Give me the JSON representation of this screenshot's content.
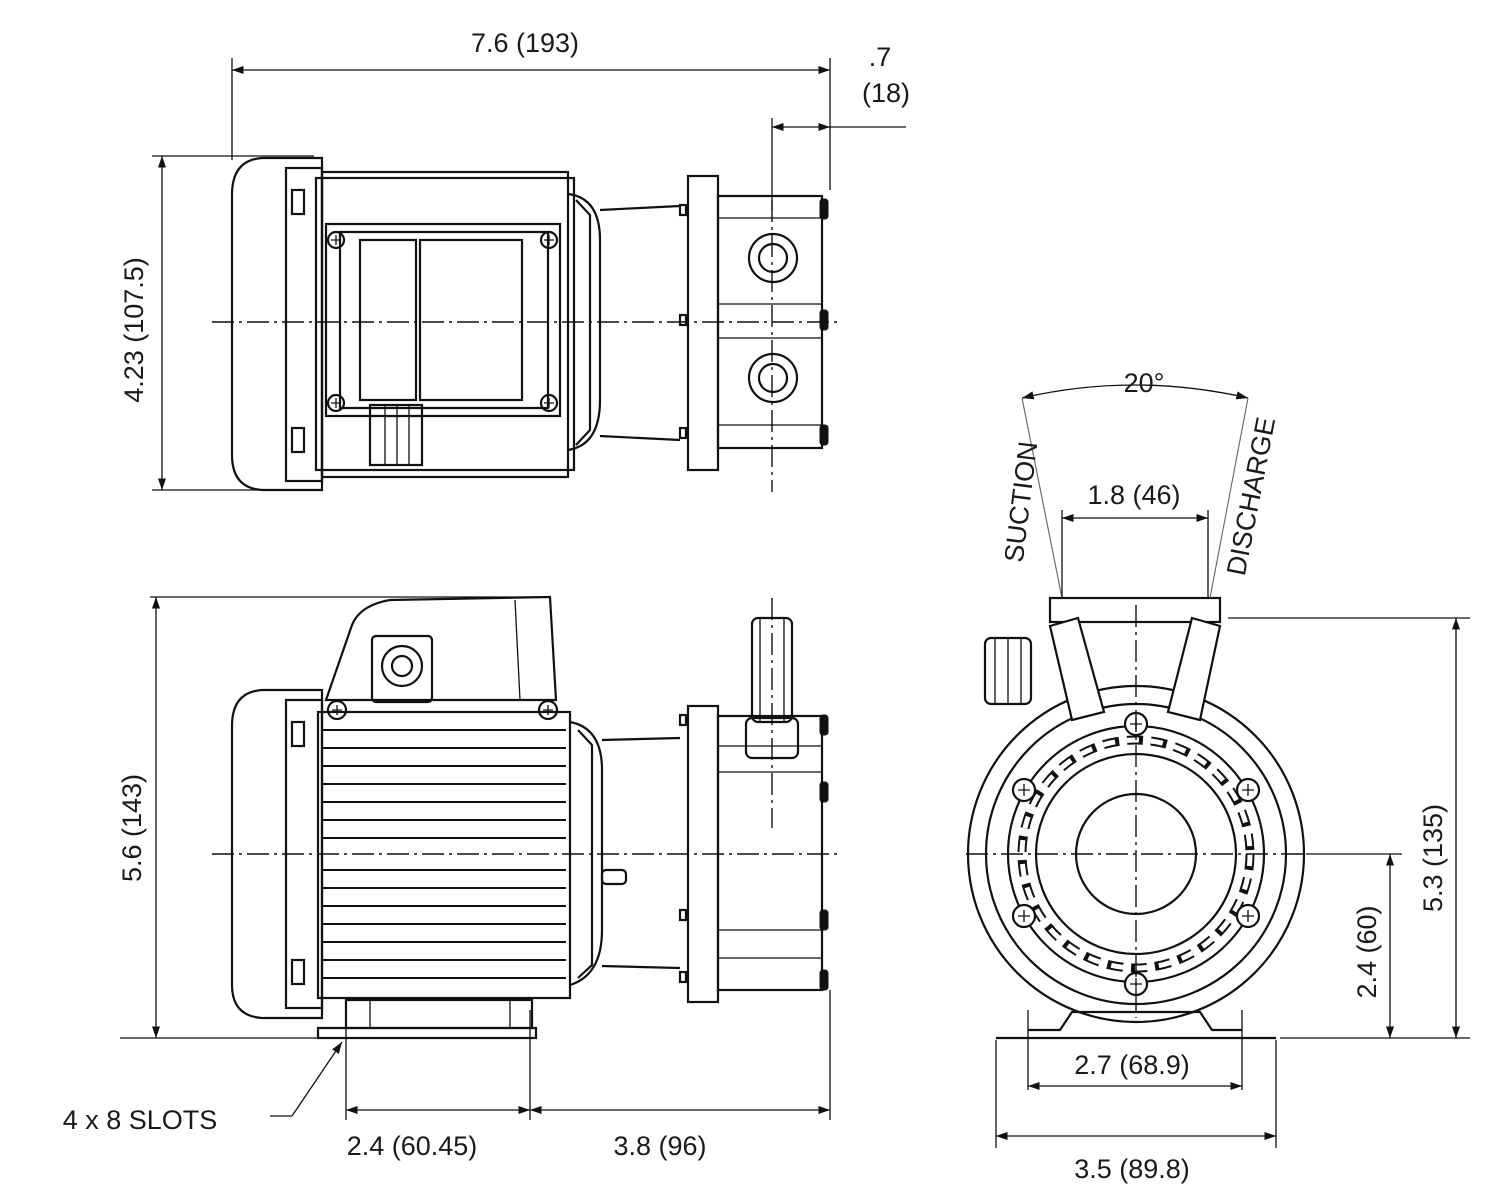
{
  "drawing": {
    "dimensions": {
      "overall_length": "7.6 (193)",
      "port_offset_in": ".7",
      "port_offset_mm": "(18)",
      "top_view_height": "4.23 (107.5)",
      "side_view_height": "5.6 (143)",
      "foot_slot_spacing": "2.4 (60.45)",
      "foot_to_face": "3.8 (96)",
      "port_angle": "20°",
      "port_spacing": "1.8 (46)",
      "front_view_height": "5.3 (135)",
      "shaft_center_height": "2.4 (60)",
      "foot_mount_spacing": "2.7 (68.9)",
      "overall_base_width": "3.5 (89.8)"
    },
    "labels": {
      "slots": "4 x 8 SLOTS",
      "suction": "SUCTION",
      "discharge": "DISCHARGE"
    }
  }
}
